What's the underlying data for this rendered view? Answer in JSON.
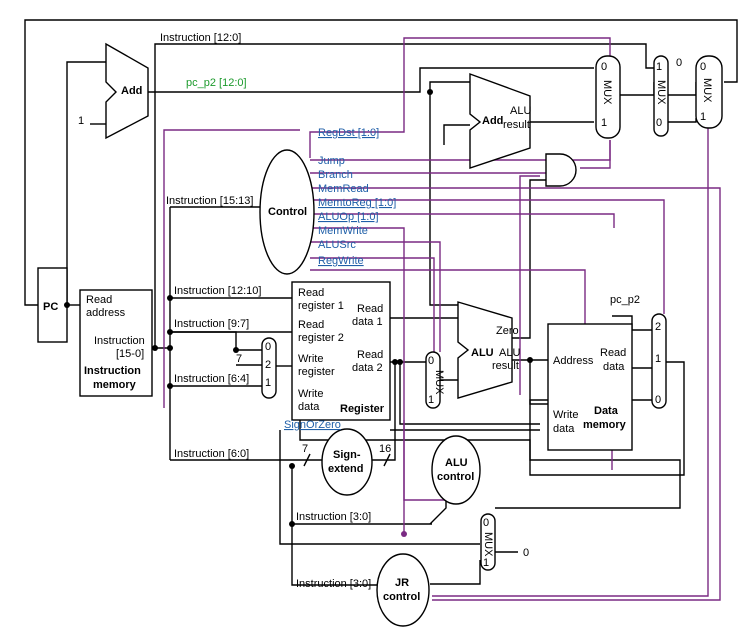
{
  "blocks": {
    "pc": "PC",
    "add_top": "Add",
    "const_one": "1",
    "instr_mem_read": "Read",
    "instr_mem_address": "address",
    "instr_mem_instruction": "Instruction",
    "instr_mem_bits": "[15-0]",
    "instr_mem_title1": "Instruction",
    "instr_mem_title2": "memory",
    "control": "Control",
    "reg_read_reg1a": "Read",
    "reg_read_reg1b": "register 1",
    "reg_read_reg2a": "Read",
    "reg_read_reg2b": "register 2",
    "reg_write_reg_a": "Write",
    "reg_write_reg_b": "register",
    "reg_write_data_a": "Write",
    "reg_write_data_b": "data",
    "reg_read_data1a": "Read",
    "reg_read_data1b": "data 1",
    "reg_read_data2a": "Read",
    "reg_read_data2b": "data 2",
    "reg_title": "Register",
    "alu": "ALU",
    "alu_zero": "Zero",
    "alu_result_a": "ALU",
    "alu_result_b": "result",
    "add_branch": "Add",
    "add_branch_alu": "ALU",
    "add_branch_result": "result",
    "dm_address": "Address",
    "dm_read_a": "Read",
    "dm_read_b": "data",
    "dm_write_a": "Write",
    "dm_write_b": "data",
    "dm_title1": "Data",
    "dm_title2": "memory",
    "sign_extend_a": "Sign-",
    "sign_extend_b": "extend",
    "alu_control_a": "ALU",
    "alu_control_b": "control",
    "jr_control_a": "JR",
    "jr_control_b": "control",
    "mux_label": "MUX",
    "mux_in_0": "0",
    "mux_in_1": "1",
    "mux_in_2": "2",
    "const_zero": "0",
    "const_seven": "7",
    "sx_in_width": "7",
    "sx_out_width": "16"
  },
  "signals": {
    "regdst": "RegDst [1:0]",
    "jump": "Jump",
    "branch": "Branch",
    "memread": "MemRead",
    "memtoreg": "MemtoReg [1:0]",
    "aluop": "ALUOp [1:0]",
    "memwrite": "MemWrite",
    "alusrc": "ALUSrc",
    "regwrite": "RegWrite",
    "signorzero": "SignOrZero",
    "pc_p2_green": "pc_p2 [12:0]",
    "pc_p2": "pc_p2"
  },
  "fields": {
    "instr_12_0": "Instruction [12:0]",
    "instr_15_13": "Instruction [15:13]",
    "instr_12_10": "Instruction [12:10]",
    "instr_9_7": "Instruction [9:7]",
    "instr_6_4": "Instruction [6:4]",
    "instr_6_0": "Instruction [6:0]",
    "instr_3_0_a": "Instruction [3:0]",
    "instr_3_0_b": "Instruction [3:0]"
  },
  "colors": {
    "wire": "#000000",
    "control_wire": "#7a2a83",
    "signal_text": "#1f5fa8",
    "pc_p2_text": "#1c9a2c",
    "underline": "#e02020"
  }
}
